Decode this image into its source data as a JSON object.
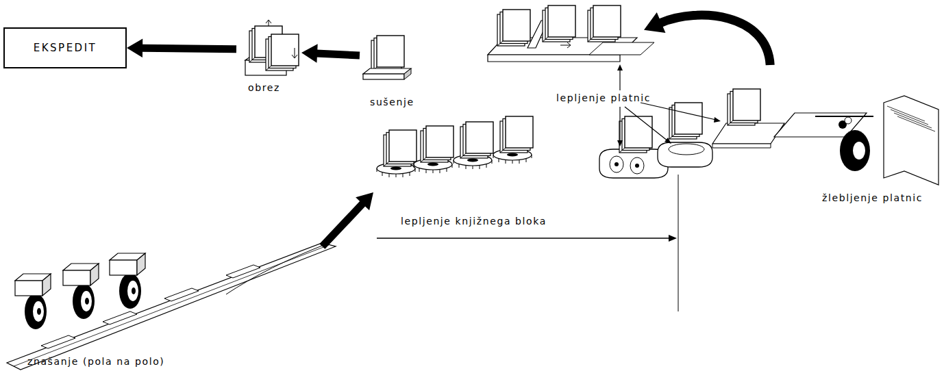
{
  "diagram": {
    "nodes": [
      {
        "text": [
          "EKSPEDIT"
        ]
      },
      {
        "text": [
          "obrez"
        ]
      },
      {
        "text": [
          "sušenje"
        ]
      },
      {
        "text": [
          "lepljenje platnic"
        ]
      },
      {
        "text": [
          "žlebljenje platnic"
        ]
      },
      {
        "text": [
          "lepljenje knjižnega bloka"
        ]
      },
      {
        "text": [
          "znašanje (pola na polo)"
        ]
      }
    ],
    "edges": [
      {
        "from": 1,
        "to": 0,
        "arrow": "to"
      },
      {
        "from": 2,
        "to": 1,
        "arrow": "to"
      },
      {
        "from": 4,
        "to": 3,
        "arrow": "to"
      },
      {
        "from": 6,
        "to": 5,
        "arrow": "to"
      }
    ]
  }
}
